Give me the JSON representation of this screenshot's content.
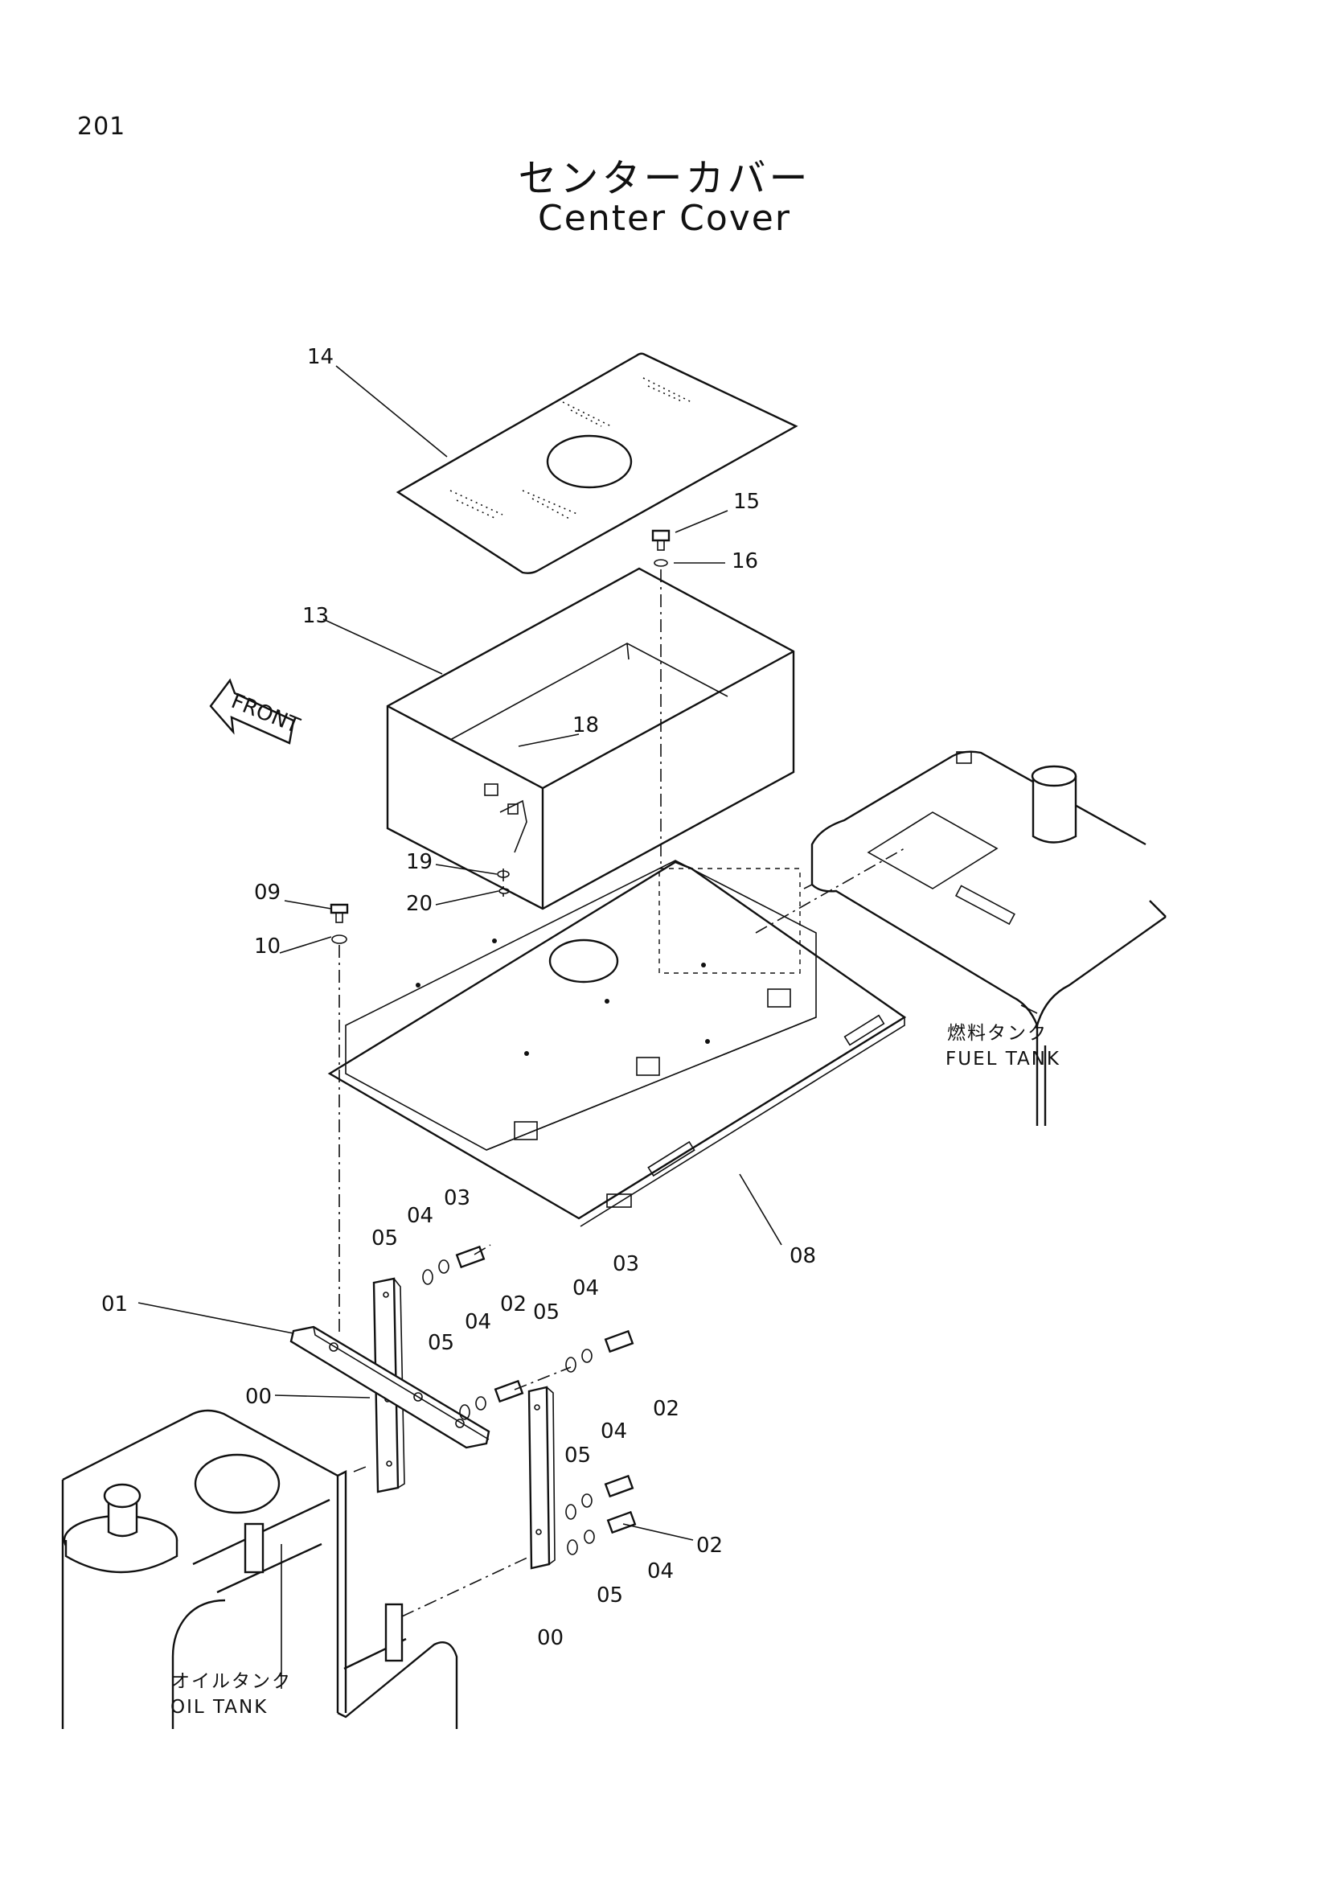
{
  "page": {
    "number": "201"
  },
  "title": {
    "japanese": "センターカバー",
    "english": "Center Cover"
  },
  "direction_marker": {
    "text": "FRONT",
    "icon": "front-arrow-icon"
  },
  "captions": {
    "fuel_tank": {
      "japanese": "燃料タンク",
      "english": "FUEL TANK"
    },
    "oil_tank": {
      "japanese": "オイルタンク",
      "english": "OIL TANK"
    }
  },
  "callouts": [
    {
      "id": "c14",
      "label": "14"
    },
    {
      "id": "c15",
      "label": "15"
    },
    {
      "id": "c16",
      "label": "16"
    },
    {
      "id": "c13",
      "label": "13"
    },
    {
      "id": "c18",
      "label": "18"
    },
    {
      "id": "c19",
      "label": "19"
    },
    {
      "id": "c20",
      "label": "20"
    },
    {
      "id": "c09",
      "label": "09"
    },
    {
      "id": "c10",
      "label": "10"
    },
    {
      "id": "c08",
      "label": "08"
    },
    {
      "id": "c03a",
      "label": "03"
    },
    {
      "id": "c04a",
      "label": "04"
    },
    {
      "id": "c05a",
      "label": "05"
    },
    {
      "id": "c01",
      "label": "01"
    },
    {
      "id": "c02a",
      "label": "02"
    },
    {
      "id": "c05b",
      "label": "05"
    },
    {
      "id": "c04b",
      "label": "04"
    },
    {
      "id": "c03b",
      "label": "03"
    },
    {
      "id": "c04c",
      "label": "04"
    },
    {
      "id": "c05c",
      "label": "05"
    },
    {
      "id": "c00a",
      "label": "00"
    },
    {
      "id": "c02b",
      "label": "02"
    },
    {
      "id": "c04d",
      "label": "04"
    },
    {
      "id": "c05d",
      "label": "05"
    },
    {
      "id": "c02c",
      "label": "02"
    },
    {
      "id": "c04e",
      "label": "04"
    },
    {
      "id": "c05e",
      "label": "05"
    },
    {
      "id": "c00b",
      "label": "00"
    }
  ]
}
